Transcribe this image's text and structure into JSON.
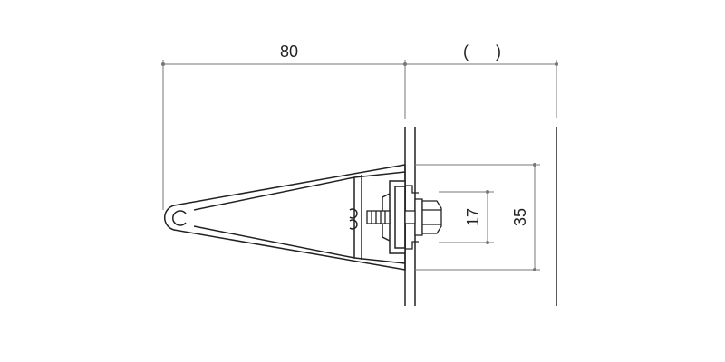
{
  "dimensions": {
    "width_label": "80",
    "clearance_label": "(　)",
    "bolt_spacing_label": "17",
    "bracket_height_label": "35"
  },
  "colors": {
    "line": "#222222",
    "dimension_line": "#777777",
    "fill": "#ffffff"
  }
}
